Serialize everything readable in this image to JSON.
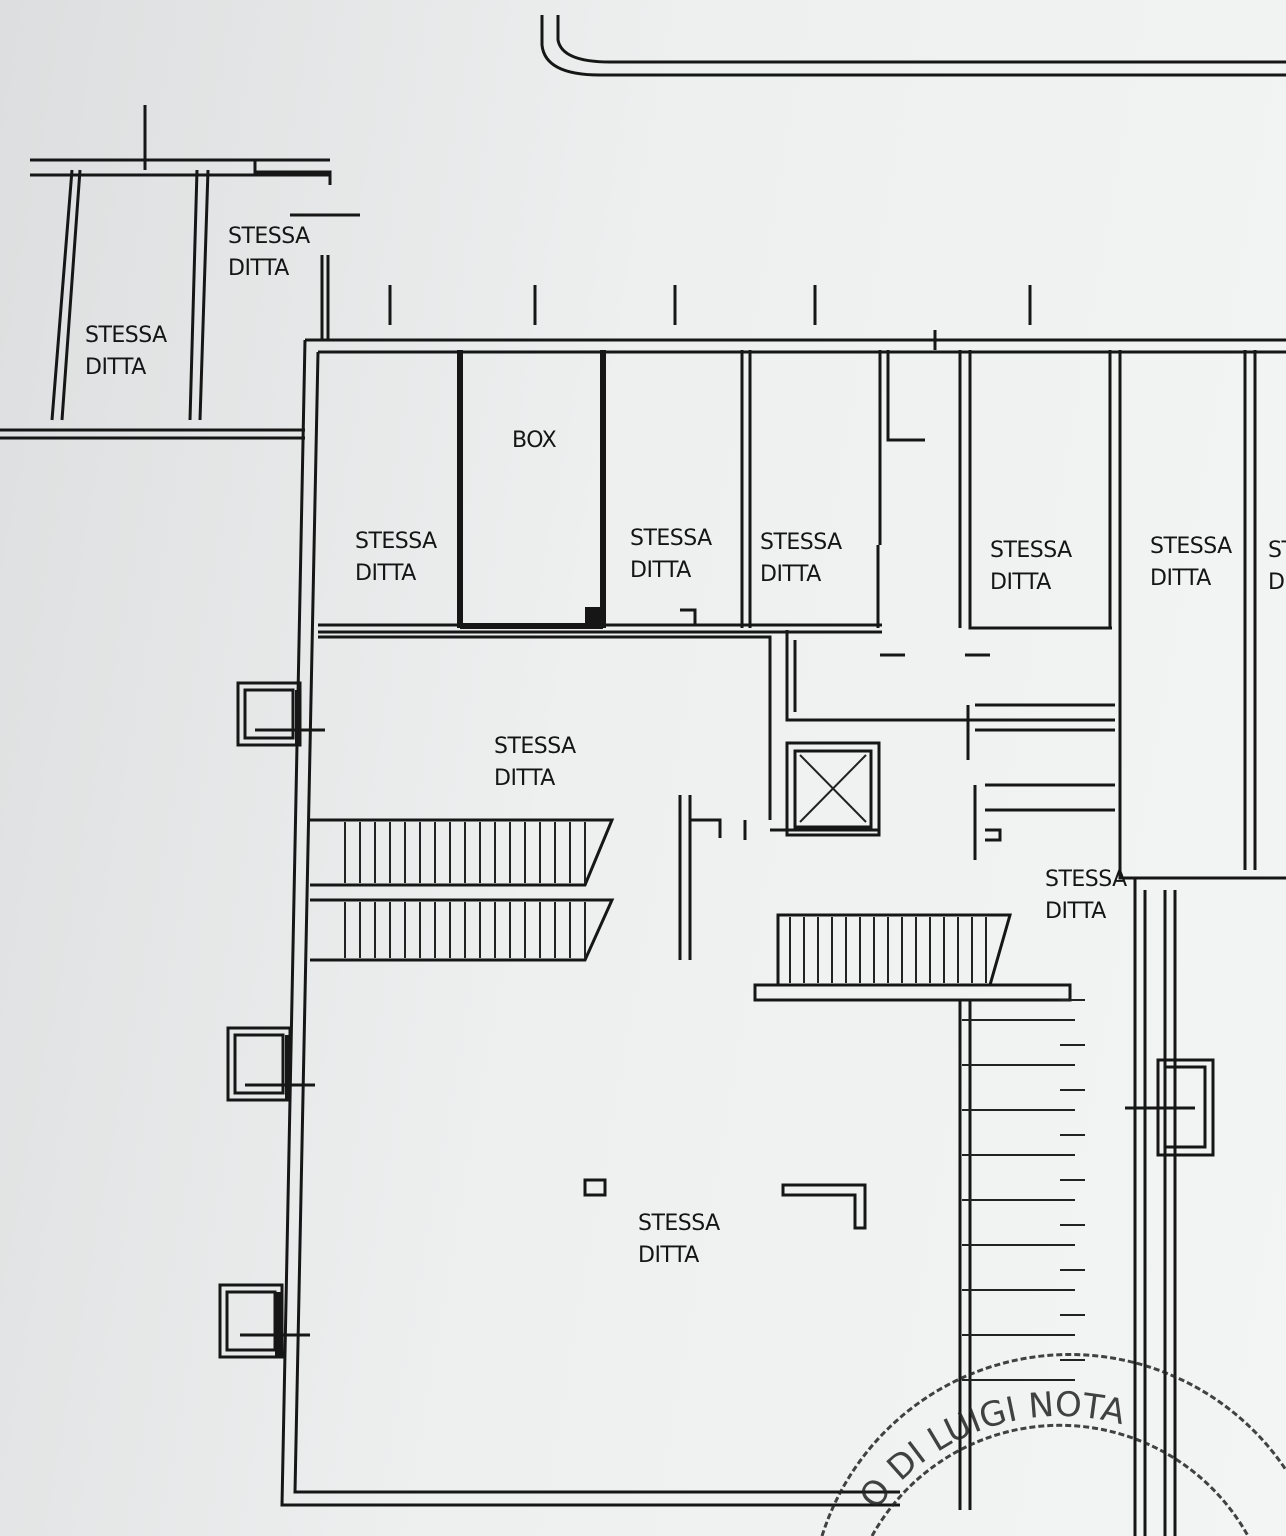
{
  "plan": {
    "rooms": [
      {
        "id": "tl1",
        "line1": "STESSA",
        "line2": "DITTA"
      },
      {
        "id": "tl2",
        "line1": "STESSA",
        "line2": "DITTA"
      },
      {
        "id": "g1",
        "line1": "STESSA",
        "line2": "DITTA"
      },
      {
        "id": "box",
        "line1": "BOX",
        "line2": ""
      },
      {
        "id": "g3",
        "line1": "STESSA",
        "line2": "DITTA"
      },
      {
        "id": "g4",
        "line1": "STESSA",
        "line2": "DITTA"
      },
      {
        "id": "g5",
        "line1": "STESSA",
        "line2": "DITTA"
      },
      {
        "id": "g6",
        "line1": "STESSA",
        "line2": "DITTA"
      },
      {
        "id": "g7",
        "line1": "ST",
        "line2": "DI"
      },
      {
        "id": "mid",
        "line1": "STESSA",
        "line2": "DITTA"
      },
      {
        "id": "right",
        "line1": "STESSA",
        "line2": "DITTA"
      },
      {
        "id": "big",
        "line1": "STESSA",
        "line2": "DITTA"
      }
    ],
    "stamp_text": "O DI LUIGI NOTA"
  }
}
